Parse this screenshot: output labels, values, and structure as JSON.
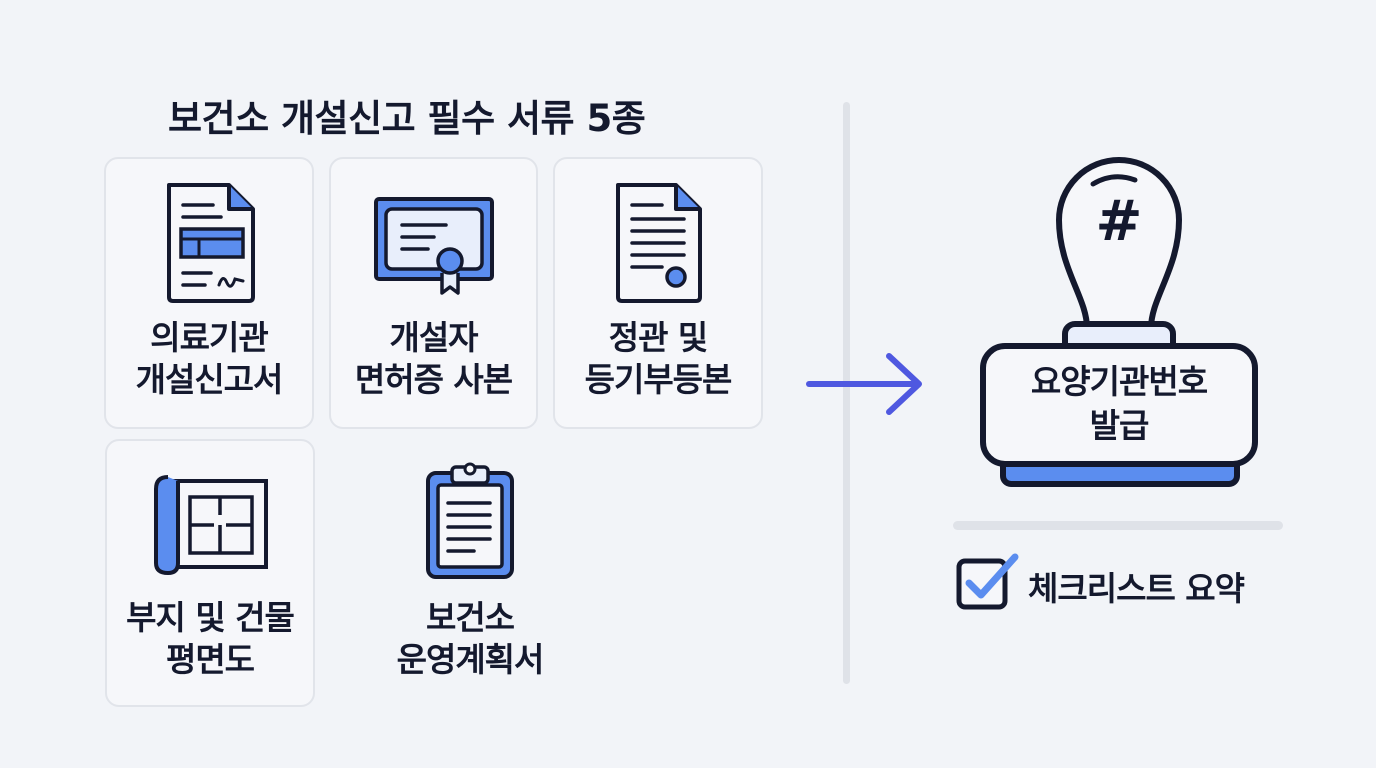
{
  "title": "보건소 개설신고 필수 서류 5종",
  "documents": [
    {
      "line1": "의료기관",
      "line2": "개설신고서",
      "icon": "form-document-icon"
    },
    {
      "line1": "개설자",
      "line2": "면허증 사본",
      "icon": "certificate-icon"
    },
    {
      "line1": "정관 및",
      "line2": "등기부등본",
      "icon": "document-with-seal-icon"
    },
    {
      "line1": "부지 및 건물",
      "line2": "평면도",
      "icon": "floor-plan-icon"
    },
    {
      "line1": "보건소",
      "line2": "운영계획서",
      "icon": "clipboard-icon"
    }
  ],
  "stamp": {
    "line1": "요양기관번호",
    "line2": "발급",
    "symbol": "#",
    "icon": "stamp-icon"
  },
  "checklist_label": "체크리스트 요약",
  "colors": {
    "accent_blue": "#5b8def",
    "arrow": "#4f58e0",
    "outline": "#14192e",
    "fill_light": "#e8eefb"
  }
}
